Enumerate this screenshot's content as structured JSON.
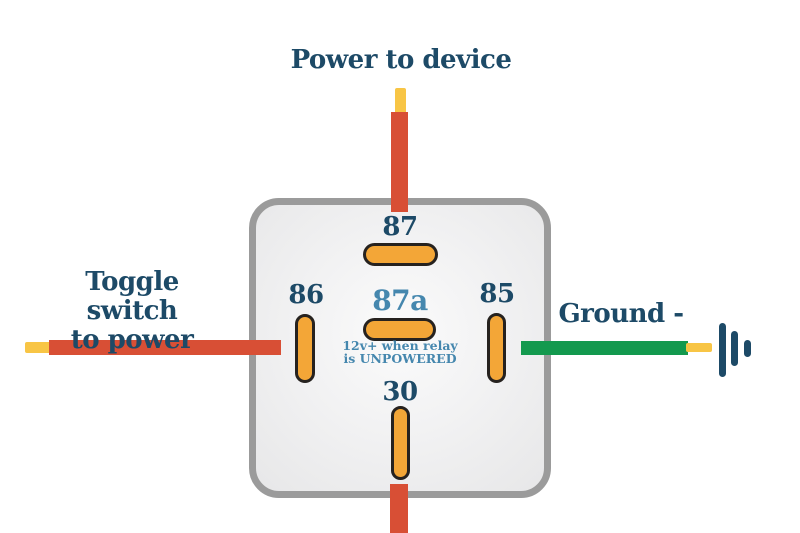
{
  "labels": {
    "top": "Power to device",
    "left_line1": "Toggle switch",
    "left_line2": "to power",
    "right": "Ground -"
  },
  "pins": {
    "p87": {
      "label": "87"
    },
    "p87a": {
      "label": "87a",
      "note_line1": "12v+ when relay",
      "note_line2": "is UNPOWERED"
    },
    "p86": {
      "label": "86"
    },
    "p85": {
      "label": "85"
    },
    "p30": {
      "label": "30"
    }
  },
  "icons": {
    "ground": "ground-icon"
  },
  "colors": {
    "wire_red": "#d84f35",
    "wire_tip_yellow": "#f8c545",
    "wire_green": "#13994e",
    "pin_fill": "#f3a637",
    "pin_outline": "#26221f",
    "relay_border": "#9b9b9b",
    "relay_fill": "#f2f2f3",
    "label_navy": "#1d4a67",
    "label_teal": "#4587ae",
    "background": "#ffffff"
  }
}
